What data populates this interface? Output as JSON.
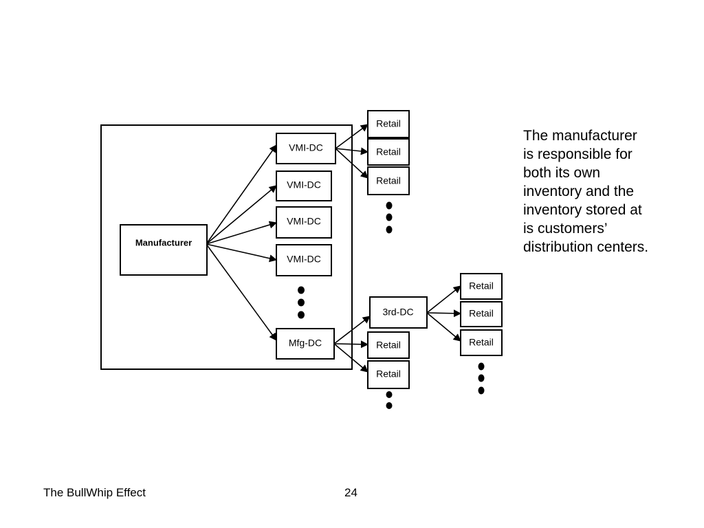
{
  "diagram": {
    "manufacturer": "Manufacturer",
    "dcs": [
      "VMI-DC",
      "VMI-DC",
      "VMI-DC",
      "VMI-DC",
      "Mfg-DC"
    ],
    "third_dc": "3rd-DC",
    "retail_label": "Retail"
  },
  "note": {
    "lines": [
      "The manufacturer",
      "is responsible for",
      "both its own",
      "inventory and the",
      "inventory stored at",
      "is customers’",
      "distribution centers."
    ]
  },
  "footer": {
    "title": "The BullWhip Effect",
    "page_number": "24"
  }
}
